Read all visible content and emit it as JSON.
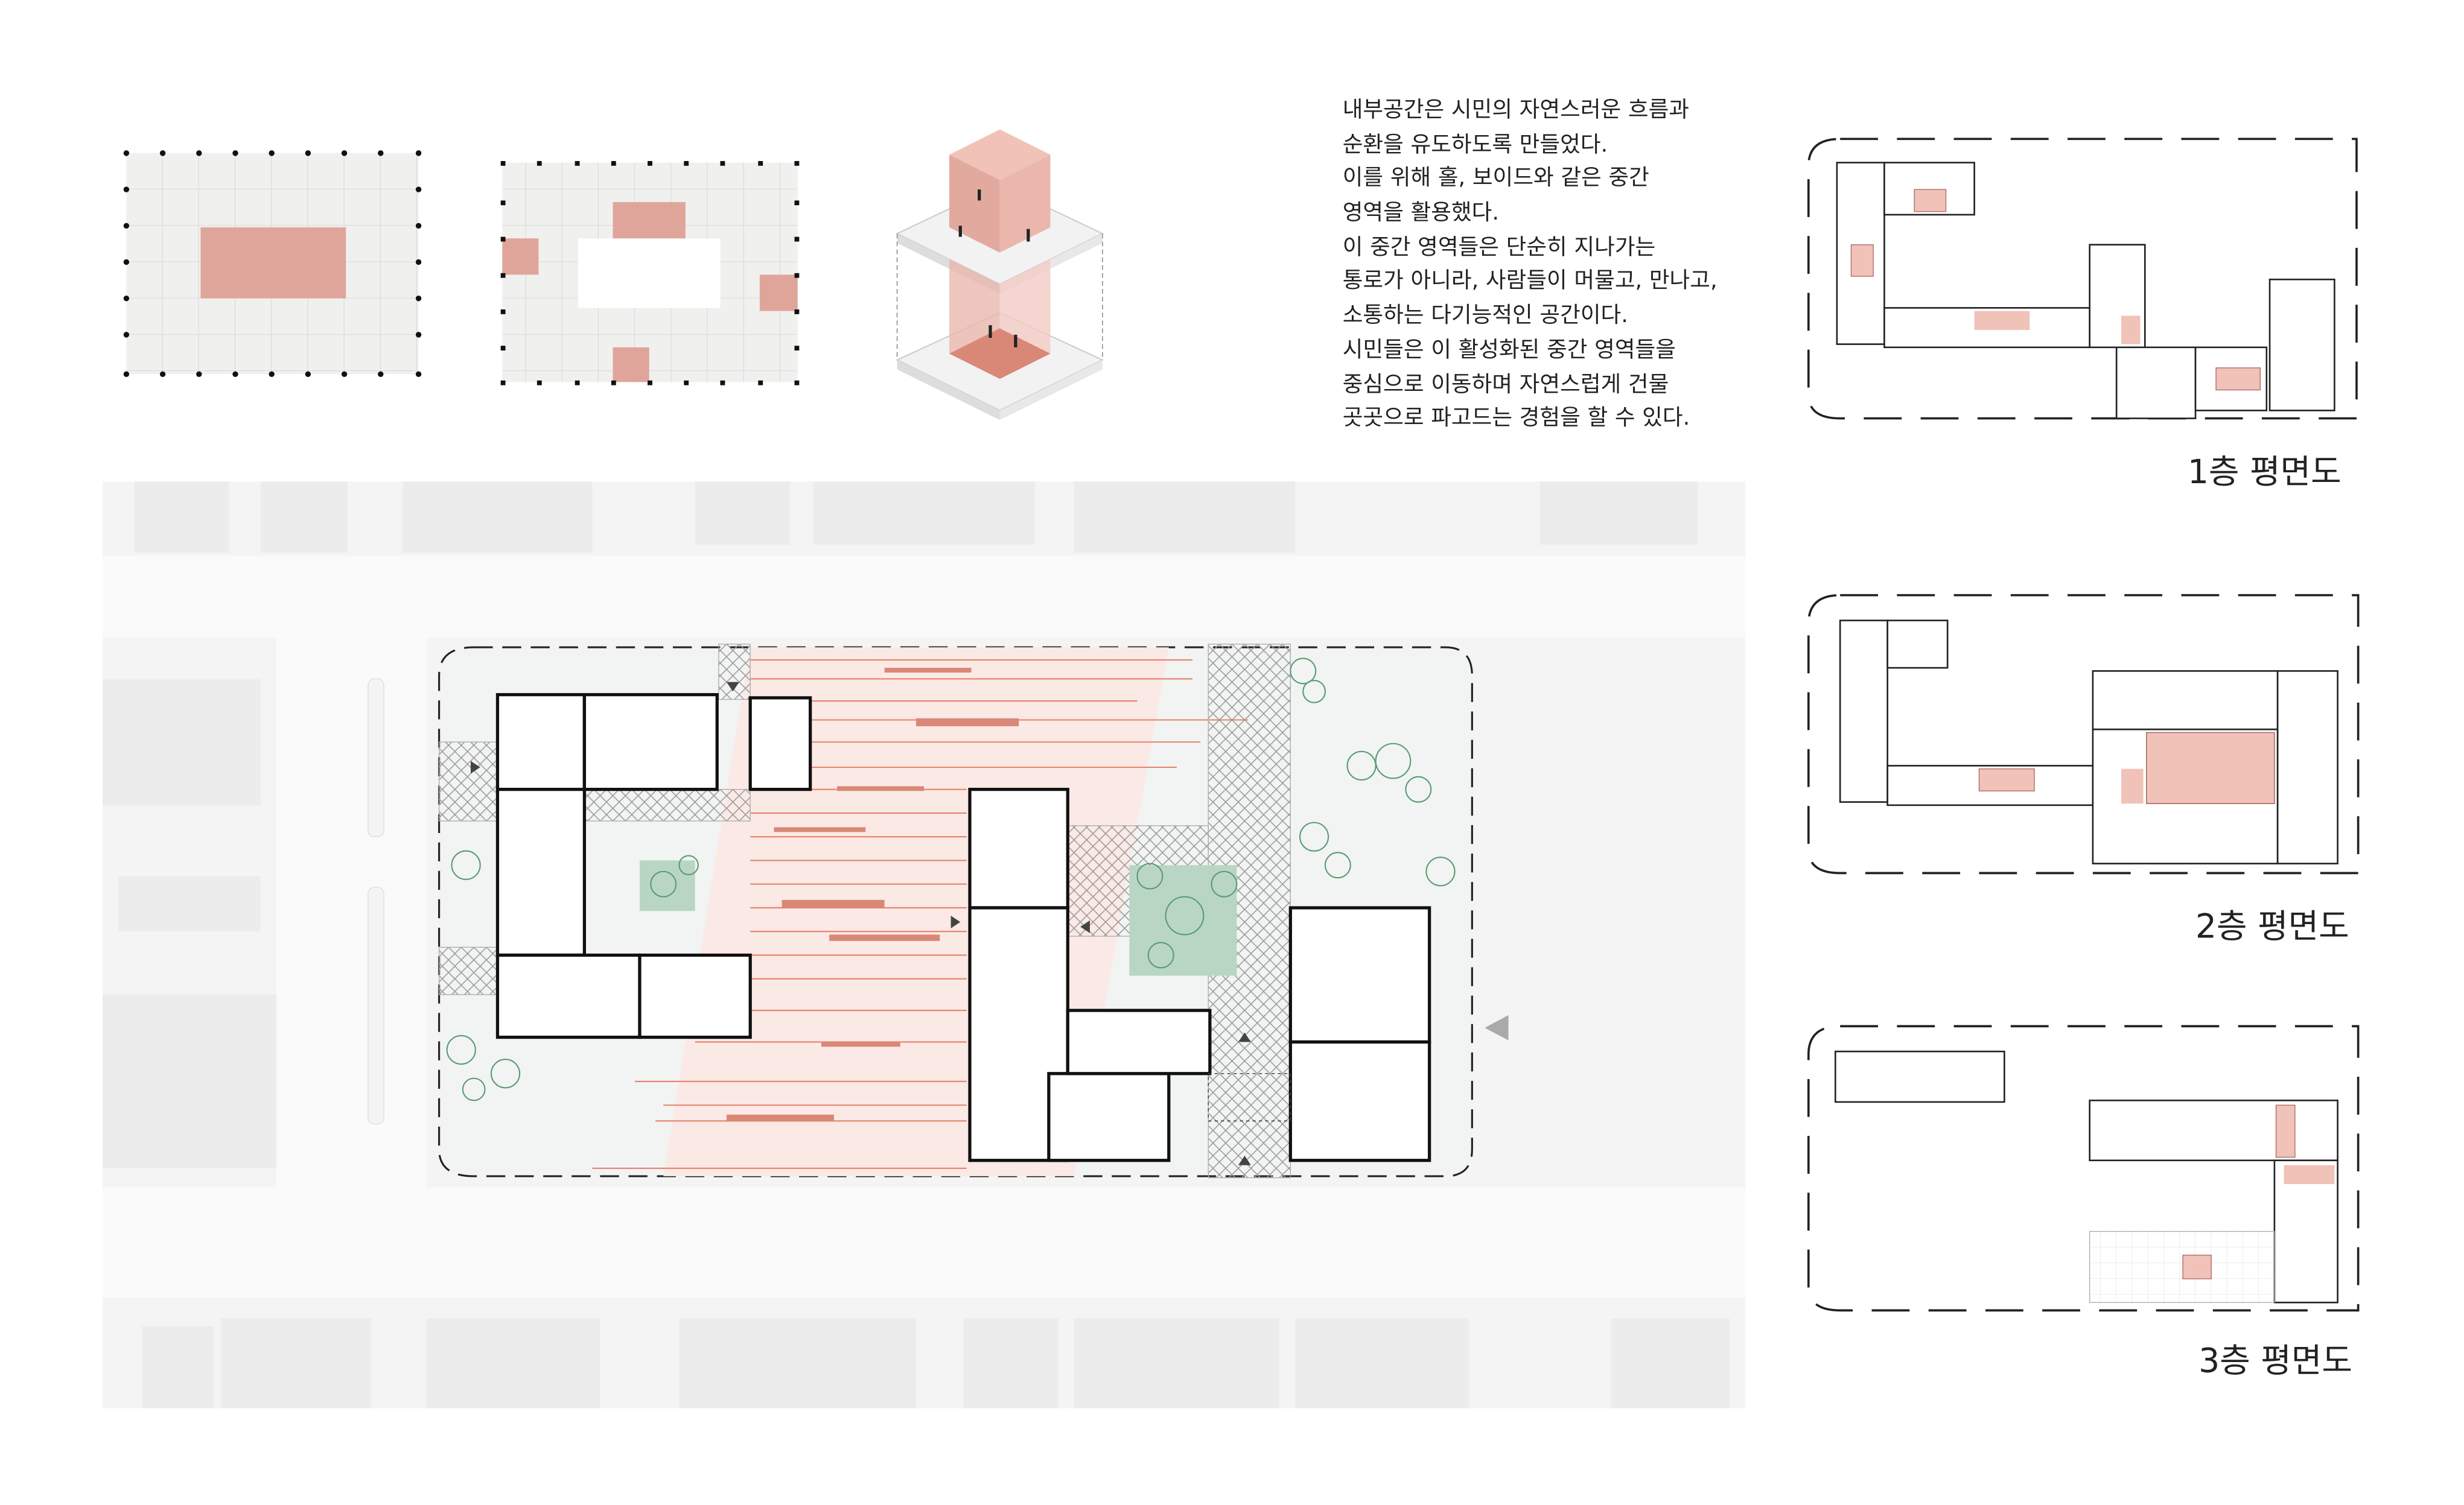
{
  "description": {
    "lines": [
      "내부공간은 시민의 자연스러운 흐름과",
      "순환을 유도하도록 만들었다.",
      "이를 위해 홀, 보이드와 같은 중간",
      "영역을 활용했다.",
      "이 중간 영역들은 단순히 지나가는",
      "통로가 아니라, 사람들이 머물고, 만나고,",
      "소통하는 다기능적인 공간이다.",
      "시민들은 이 활성화된 중간 영역들을",
      "중심으로 이동하며 자연스럽게 건물",
      "곳곳으로 파고드는 경험을 할 수 있다."
    ]
  },
  "floor_plans": [
    {
      "label": "1층 평면도"
    },
    {
      "label": "2층 평면도"
    },
    {
      "label": "3층 평면도"
    }
  ],
  "colors": {
    "accent": "#e0a59a",
    "accent_line": "#e8806c",
    "green": "#b9d6c4",
    "grid_bg": "#f0f0ef",
    "site_bg": "#f2f2f2"
  }
}
